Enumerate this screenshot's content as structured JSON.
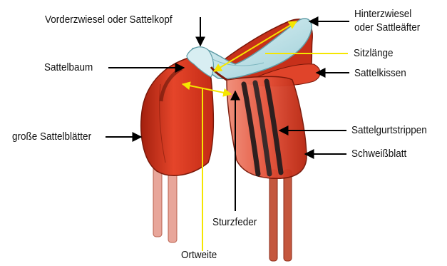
{
  "labels": {
    "vorderzwiesel": "Vorderzwiesel oder Sattelkopf",
    "sattelbaum": "Sattelbaum",
    "sattelblaetter": "große Sattelblätter",
    "ortweite": "Ortweite",
    "sturzfeder": "Sturzfeder",
    "hinterzwiesel_1": "Hinterzwiesel",
    "hinterzwiesel_2": "oder Sattleäfter",
    "sitzlaenge": "Sitzlänge",
    "sattelkissen": "Sattelkissen",
    "sattelgurtstrippen": "Sattelgurtstrippen",
    "schweissblatt": "Schweißblatt"
  },
  "colors": {
    "leather": "#d9341c",
    "leather_dark": "#a3200e",
    "leather_light": "#f07a60",
    "seat": "#bfe2e8",
    "strap": "#e8a69a",
    "girth": "#3a2a2a",
    "measure": "#f5e600",
    "pointer": "#000000"
  }
}
